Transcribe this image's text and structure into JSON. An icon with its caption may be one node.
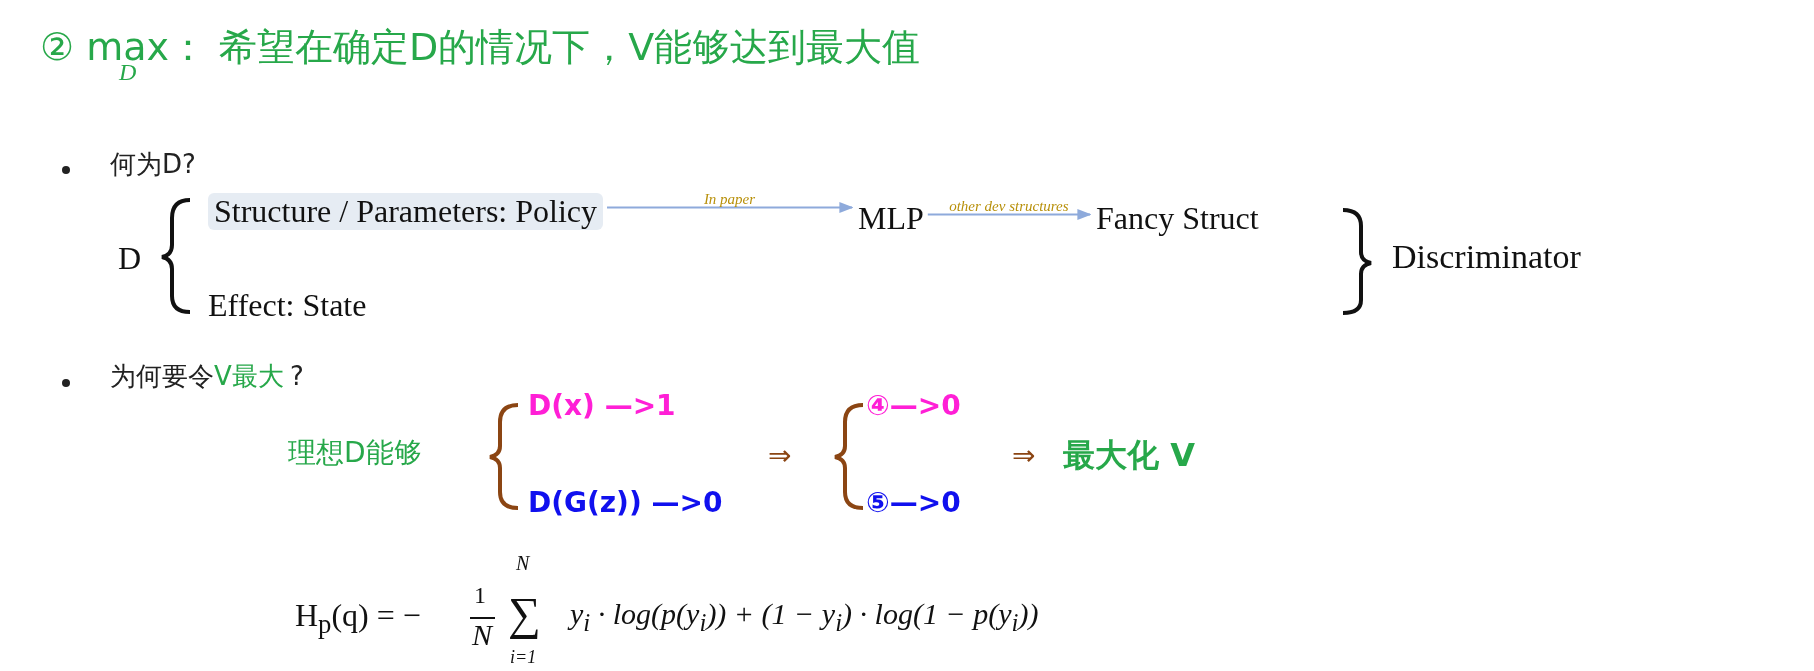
{
  "diagram": {
    "title": "② max$_{D}$： 希望在确定D的情况下，V能够达到最大值",
    "nodes": [
      {
        "text": [
          "Structure / Parameters: Policy"
        ]
      },
      {
        "text": [
          "MLP"
        ]
      },
      {
        "text": [
          "Fancy Struct"
        ]
      }
    ],
    "edges": [
      {
        "from": 0,
        "to": 1,
        "arrow": "to",
        "label": "In paper"
      },
      {
        "from": 1,
        "to": 2,
        "arrow": "to",
        "label": "other dev structures"
      }
    ],
    "labels": [
      "何为D?",
      "D",
      "Effect: State",
      "Discriminator",
      "为何要令",
      "V最大",
      "?",
      "理想D能够",
      "D(x) —>1",
      "D(G(z)) —>0",
      "⇒",
      "④—>0",
      "⑤—>0",
      "⇒",
      "最大化 V",
      "H$_{p}$(q) = −",
      "1",
      "N",
      "N",
      "∑",
      "i=1",
      "y$_{i}$ · log(p(y$_{i}$)) + (1 − y$_{i}$) · log(1 − p(y$_{i}$))"
    ]
  }
}
